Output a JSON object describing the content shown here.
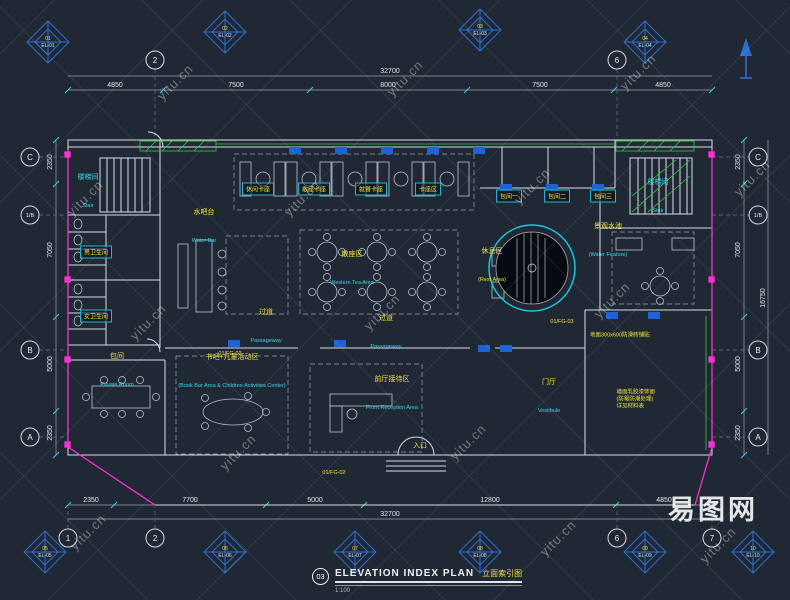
{
  "watermark": {
    "text": "yitu.cn",
    "brand": "易图网"
  },
  "title_block": {
    "number": "03",
    "title": "ELEVATION  INDEX  PLAN",
    "title_cn": "立面索引图",
    "scale": "1:100"
  },
  "grid": {
    "left": [
      "C",
      "1/B",
      "B",
      "A"
    ],
    "right": [
      "C",
      "1/B",
      "B",
      "A"
    ],
    "top": [
      "2",
      "6"
    ],
    "bottom": [
      "1",
      "2",
      "6",
      "7"
    ]
  },
  "dims": {
    "top_total": "32700",
    "top_segments": [
      "4850",
      "7500",
      "8000",
      "7500",
      "4850"
    ],
    "bottom_total": "32700",
    "bottom_segments": [
      "2350",
      "7700",
      "5000",
      "12800",
      "4850"
    ],
    "left_segments": [
      "2350",
      "7050",
      "5000",
      "2350"
    ],
    "right_segments": [
      "2350",
      "7050",
      "5000",
      "2350"
    ],
    "right_total": "16750"
  },
  "tags": [
    "休闲卡座",
    "散座卡座",
    "就餐卡座",
    "卡座区",
    "包间一",
    "包间二",
    "包间三"
  ],
  "rooms": {
    "stair_left": {
      "zh": "楼梯间",
      "en": "Stair"
    },
    "mens": "男卫生间",
    "womens": "女卫生间",
    "water_bar": {
      "zh": "水吧台",
      "en": "Water Bar"
    },
    "western": {
      "zh": "散座区",
      "en": "Western Tea Area"
    },
    "passage1": {
      "zh": "过道",
      "en": "Passageway"
    },
    "passage2": {
      "zh": "过道",
      "en": "Passageway"
    },
    "rest": {
      "zh": "休息区",
      "en": "(Rest Area)"
    },
    "feature": {
      "zh": "景观水池",
      "en": "(Water Feature)"
    },
    "bookbar": {
      "zh": "书吧+儿童活动区",
      "en": "(Book Bar Area & Children Activities Center)"
    },
    "reception": {
      "zh": "前厅接待区",
      "en": "Front Reception Area"
    },
    "vestibule": {
      "zh": "门厅",
      "en": "Vestibule"
    },
    "private": {
      "zh": "包间",
      "en": "Private Room"
    },
    "entrance": "入口",
    "stair_right": {
      "zh": "楼梯间",
      "en": "Stair"
    }
  },
  "notes": {
    "wall": "墙面乳胶漆饰面\n(防霉防潮处理)\n详见材料表",
    "floor": "地面300x600防滑砖铺贴"
  },
  "callouts": {
    "top": [
      {
        "no": "01",
        "ref": "EL-01"
      },
      {
        "no": "02",
        "ref": "EL-02"
      },
      {
        "no": "03",
        "ref": "EL-03"
      },
      {
        "no": "04",
        "ref": "EL-04"
      }
    ],
    "bottom": [
      {
        "no": "05",
        "ref": "EL-05"
      },
      {
        "no": "06",
        "ref": "EL-06"
      },
      {
        "no": "07",
        "ref": "EL-07"
      },
      {
        "no": "08",
        "ref": "EL-08"
      },
      {
        "no": "09",
        "ref": "EL-09"
      },
      {
        "no": "10",
        "ref": "EL-10"
      }
    ],
    "refs": [
      "01/FG-02",
      "01/FG-02",
      "01/FG-03"
    ]
  },
  "colors": {
    "background": "#202834",
    "wall": "#d7dde8",
    "cyan": "#18cfe6",
    "yellow": "#f2e13c",
    "green": "#2ecc40",
    "magenta": "#ff2fd6",
    "blue": "#2e6fd4"
  }
}
